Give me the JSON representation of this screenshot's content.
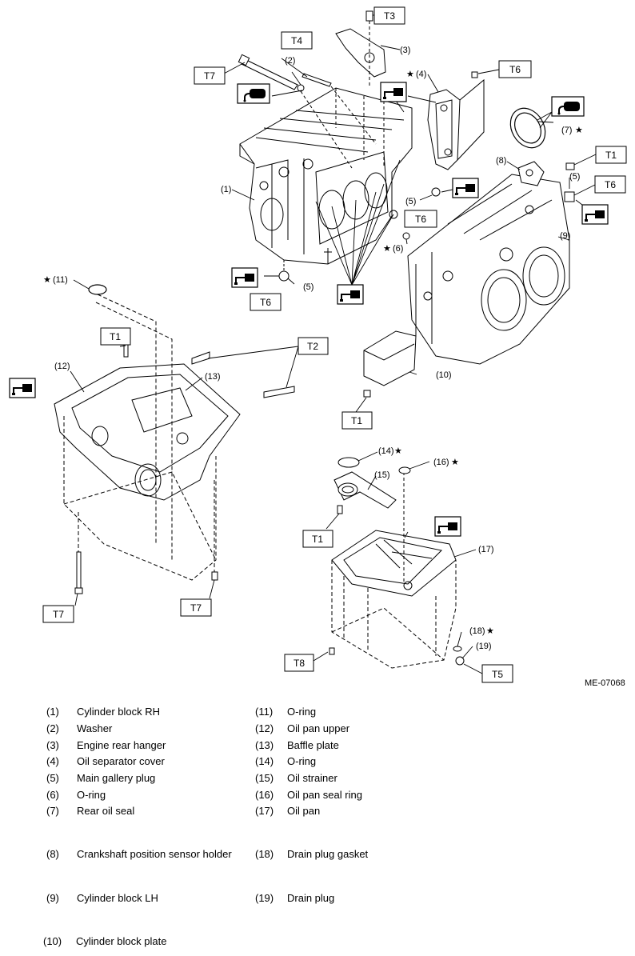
{
  "figure_id": "ME-07068",
  "torque_labels": {
    "T1": "T1",
    "T2": "T2",
    "T3": "T3",
    "T4": "T4",
    "T5": "T5",
    "T6": "T6",
    "T7": "T7",
    "T8": "T8"
  },
  "callouts": {
    "c1": "(1)",
    "c2": "(2)",
    "c3": "(3)",
    "c4": "(4)",
    "c5": "(5)",
    "c6": "(6)",
    "c7": "(7)",
    "c8": "(8)",
    "c9": "(9)",
    "c10": "(10)",
    "c11": "(11)",
    "c12": "(12)",
    "c13": "(13)",
    "c14": "(14)",
    "c15": "(15)",
    "c16": "(16)",
    "c17": "(17)",
    "c18": "(18)",
    "c19": "(19)"
  },
  "star_symbol": "★",
  "icons": {
    "oil_can": "oil-can-icon",
    "sealant": "sealant-icon"
  },
  "legend": [
    {
      "num": "(1)",
      "text": "Cylinder block RH"
    },
    {
      "num": "(2)",
      "text": "Washer"
    },
    {
      "num": "(3)",
      "text": "Engine rear hanger"
    },
    {
      "num": "(4)",
      "text": "Oil separator cover"
    },
    {
      "num": "(5)",
      "text": "Main gallery plug"
    },
    {
      "num": "(6)",
      "text": "O-ring"
    },
    {
      "num": "(7)",
      "text": "Rear oil seal"
    },
    {
      "num": "(8)",
      "text": "Crankshaft position sensor holder"
    },
    {
      "num": "(9)",
      "text": "Cylinder block LH"
    },
    {
      "num": "(10)",
      "text": "Cylinder block plate"
    },
    {
      "num": "(11)",
      "text": "O-ring"
    },
    {
      "num": "(12)",
      "text": "Oil pan upper"
    },
    {
      "num": "(13)",
      "text": "Baffle plate"
    },
    {
      "num": "(14)",
      "text": "O-ring"
    },
    {
      "num": "(15)",
      "text": "Oil strainer"
    },
    {
      "num": "(16)",
      "text": "Oil pan seal ring"
    },
    {
      "num": "(17)",
      "text": "Oil pan"
    },
    {
      "num": "(18)",
      "text": "Drain plug gasket"
    },
    {
      "num": "(19)",
      "text": "Drain plug"
    }
  ]
}
